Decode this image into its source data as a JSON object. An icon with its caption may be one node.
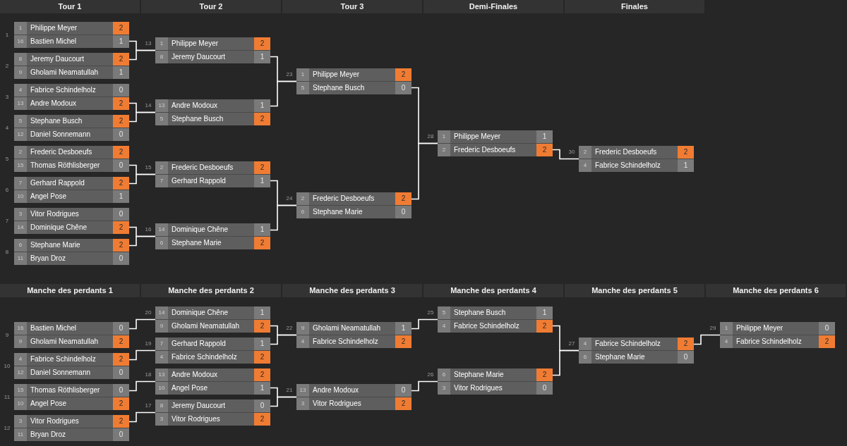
{
  "diagram": {
    "nodes": [
      {
        "text": [
          "1",
          "Philippe Meyer",
          "2",
          "16",
          "Bastien Michel",
          "1"
        ],
        "beside": [
          "1"
        ]
      },
      {
        "text": [
          "8",
          "Jeremy Daucourt",
          "2",
          "9",
          "Gholami Neamatullah",
          "1"
        ],
        "beside": [
          "2"
        ]
      },
      {
        "text": [
          "4",
          "Fabrice Schindelholz",
          "0",
          "13",
          "Andre Modoux",
          "2"
        ],
        "beside": [
          "3"
        ]
      },
      {
        "text": [
          "5",
          "Stephane Busch",
          "2",
          "12",
          "Daniel Sonnemann",
          "0"
        ],
        "beside": [
          "4"
        ]
      },
      {
        "text": [
          "2",
          "Frederic Desboeufs",
          "2",
          "15",
          "Thomas Röthlisberger",
          "0"
        ],
        "beside": [
          "5"
        ]
      },
      {
        "text": [
          "7",
          "Gerhard Rappold",
          "2",
          "10",
          "Angel Pose",
          "1"
        ],
        "beside": [
          "6"
        ]
      },
      {
        "text": [
          "3",
          "Vitor Rodrigues",
          "0",
          "14",
          "Dominique Chêne",
          "2"
        ],
        "beside": [
          "7"
        ]
      },
      {
        "text": [
          "6",
          "Stephane Marie",
          "2",
          "11",
          "Bryan Droz",
          "0"
        ],
        "beside": [
          "8"
        ]
      },
      {
        "text": [
          "1",
          "Philippe Meyer",
          "2",
          "8",
          "Jeremy Daucourt",
          "1"
        ],
        "beside": [
          "13"
        ]
      },
      {
        "text": [
          "13",
          "Andre Modoux",
          "1",
          "5",
          "Stephane Busch",
          "2"
        ],
        "beside": [
          "14"
        ]
      },
      {
        "text": [
          "2",
          "Frederic Desboeufs",
          "2",
          "7",
          "Gerhard Rappold",
          "1"
        ],
        "beside": [
          "15"
        ]
      },
      {
        "text": [
          "14",
          "Dominique Chêne",
          "1",
          "6",
          "Stephane Marie",
          "2"
        ],
        "beside": [
          "16"
        ]
      },
      {
        "text": [
          "1",
          "Philippe Meyer",
          "2",
          "5",
          "Stephane Busch",
          "0"
        ],
        "beside": [
          "23"
        ]
      },
      {
        "text": [
          "2",
          "Frederic Desboeufs",
          "2",
          "6",
          "Stephane Marie",
          "0"
        ],
        "beside": [
          "24"
        ]
      },
      {
        "text": [
          "1",
          "Philippe Meyer",
          "1",
          "2",
          "Frederic Desboeufs",
          "2"
        ],
        "beside": [
          "28"
        ]
      },
      {
        "text": [
          "2",
          "Frederic Desboeufs",
          "2",
          "4",
          "Fabrice Schindelholz",
          "1"
        ],
        "beside": [
          "30"
        ]
      },
      {
        "text": [
          "16",
          "Bastien Michel",
          "0",
          "9",
          "Gholami Neamatullah",
          "2"
        ],
        "beside": [
          "9"
        ]
      },
      {
        "text": [
          "4",
          "Fabrice Schindelholz",
          "2",
          "12",
          "Daniel Sonnemann",
          "0"
        ],
        "beside": [
          "10"
        ]
      },
      {
        "text": [
          "15",
          "Thomas Röthlisberger",
          "0",
          "10",
          "Angel Pose",
          "2"
        ],
        "beside": [
          "11"
        ]
      },
      {
        "text": [
          "3",
          "Vitor Rodrigues",
          "2",
          "11",
          "Bryan Droz",
          "0"
        ],
        "beside": [
          "12"
        ]
      },
      {
        "text": [
          "14",
          "Dominique Chêne",
          "1",
          "9",
          "Gholami Neamatullah",
          "2"
        ],
        "beside": [
          "20"
        ]
      },
      {
        "text": [
          "7",
          "Gerhard Rappold",
          "1",
          "4",
          "Fabrice Schindelholz",
          "2"
        ],
        "beside": [
          "19"
        ]
      },
      {
        "text": [
          "13",
          "Andre Modoux",
          "2",
          "10",
          "Angel Pose",
          "1"
        ],
        "beside": [
          "18"
        ]
      },
      {
        "text": [
          "8",
          "Jeremy Daucourt",
          "0",
          "3",
          "Vitor Rodrigues",
          "2"
        ],
        "beside": [
          "17"
        ]
      },
      {
        "text": [
          "9",
          "Gholami Neamatullah",
          "1",
          "4",
          "Fabrice Schindelholz",
          "2"
        ],
        "beside": [
          "22"
        ]
      },
      {
        "text": [
          "13",
          "Andre Modoux",
          "0",
          "3",
          "Vitor Rodrigues",
          "2"
        ],
        "beside": [
          "21"
        ]
      },
      {
        "text": [
          "5",
          "Stephane Busch",
          "1",
          "4",
          "Fabrice Schindelholz",
          "2"
        ],
        "beside": [
          "25"
        ]
      },
      {
        "text": [
          "6",
          "Stephane Marie",
          "2",
          "3",
          "Vitor Rodrigues",
          "0"
        ],
        "beside": [
          "26"
        ]
      },
      {
        "text": [
          "4",
          "Fabrice Schindelholz",
          "2",
          "6",
          "Stephane Marie",
          "0"
        ],
        "beside": [
          "27"
        ]
      },
      {
        "text": [
          "1",
          "Philippe Meyer",
          "0",
          "4",
          "Fabrice Schindelholz",
          "2"
        ],
        "beside": [
          "29"
        ]
      }
    ],
    "edges": [
      {
        "from": 0,
        "to": 8,
        "arrow": "none"
      },
      {
        "from": 1,
        "to": 8,
        "arrow": "none"
      },
      {
        "from": 2,
        "to": 9,
        "arrow": "none"
      },
      {
        "from": 3,
        "to": 9,
        "arrow": "none"
      },
      {
        "from": 4,
        "to": 10,
        "arrow": "none"
      },
      {
        "from": 5,
        "to": 10,
        "arrow": "none"
      },
      {
        "from": 6,
        "to": 11,
        "arrow": "none"
      },
      {
        "from": 7,
        "to": 11,
        "arrow": "none"
      },
      {
        "from": 8,
        "to": 12,
        "arrow": "none"
      },
      {
        "from": 9,
        "to": 12,
        "arrow": "none"
      },
      {
        "from": 10,
        "to": 13,
        "arrow": "none"
      },
      {
        "from": 11,
        "to": 13,
        "arrow": "none"
      },
      {
        "from": 12,
        "to": 14,
        "arrow": "none"
      },
      {
        "from": 13,
        "to": 14,
        "arrow": "none"
      },
      {
        "from": 14,
        "to": 15,
        "arrow": "none"
      },
      {
        "from": 16,
        "to": 20,
        "arrow": "none"
      },
      {
        "from": 17,
        "to": 21,
        "arrow": "none"
      },
      {
        "from": 18,
        "to": 22,
        "arrow": "none"
      },
      {
        "from": 19,
        "to": 23,
        "arrow": "none"
      },
      {
        "from": 20,
        "to": 24,
        "arrow": "none"
      },
      {
        "from": 21,
        "to": 24,
        "arrow": "none"
      },
      {
        "from": 22,
        "to": 25,
        "arrow": "none"
      },
      {
        "from": 23,
        "to": 25,
        "arrow": "none"
      },
      {
        "from": 24,
        "to": 26,
        "arrow": "none"
      },
      {
        "from": 25,
        "to": 27,
        "arrow": "none"
      },
      {
        "from": 26,
        "to": 28,
        "arrow": "none"
      },
      {
        "from": 27,
        "to": 28,
        "arrow": "none"
      },
      {
        "from": 28,
        "to": 29,
        "arrow": "none"
      }
    ],
    "labels": [
      "Tour 1",
      "Tour 2",
      "Tour 3",
      "Demi-Finales",
      "Finales",
      "Manche des perdants 1",
      "Manche des perdants 2",
      "Manche des perdants 3",
      "Manche des perdants 4",
      "Manche des perdants 5",
      "Manche des perdants 6"
    ]
  }
}
